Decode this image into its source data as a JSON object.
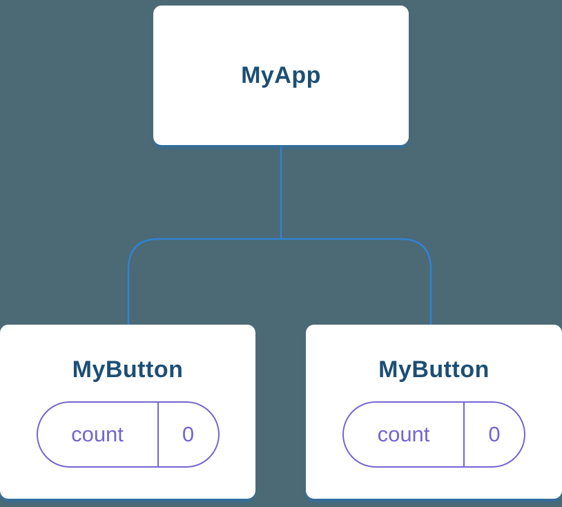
{
  "diagram": {
    "root": {
      "title": "MyApp"
    },
    "children": [
      {
        "title": "MyButton",
        "state": {
          "key": "count",
          "value": "0"
        }
      },
      {
        "title": "MyButton",
        "state": {
          "key": "count",
          "value": "0"
        }
      }
    ],
    "colors": {
      "background": "#4b6a75",
      "card": "#ffffff",
      "title": "#1d4f75",
      "connector": "#3182d4",
      "state": "#7365d2"
    }
  }
}
